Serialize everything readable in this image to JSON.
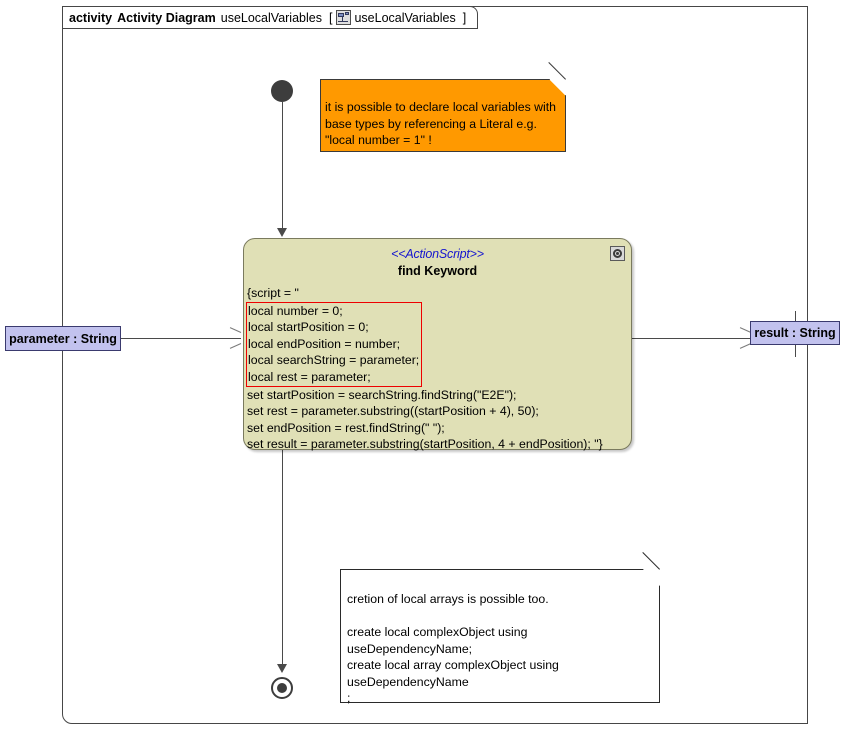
{
  "frame": {
    "keyword": "activity",
    "type": "Activity Diagram",
    "name": "useLocalVariables",
    "bracket_open": "[",
    "bracket_close": "]",
    "icon": "activity-diagram-icon",
    "qualified_name": "useLocalVariables"
  },
  "nodes": {
    "start": {
      "label": "initial-node"
    },
    "end": {
      "label": "activity-final-node"
    }
  },
  "action": {
    "stereotype": "<<ActionScript>>",
    "title": "find Keyword",
    "script_open": "{script = \"",
    "highlighted_lines": [
      "local number = 0;",
      "local startPosition = 0;",
      "local endPosition = number;",
      "local searchString = parameter;",
      "local rest = parameter;"
    ],
    "body_lines": [
      "set startPosition = searchString.findString(\"E2E\");",
      "set rest = parameter.substring((startPosition + 4), 50);",
      "set endPosition = rest.findString(\" \");",
      "set result = parameter.substring(startPosition, 4 + endPosition); \"}"
    ],
    "settings_icon": "gear-icon",
    "fill_color": "#e0e0b6",
    "stereotype_color": "#1515cf",
    "highlight_color": "#ee0000"
  },
  "pins": {
    "input": {
      "label": "parameter : String",
      "fill_color": "#c2c2ee"
    },
    "output": {
      "label": "result : String",
      "fill_color": "#c2c2ee"
    }
  },
  "notes": {
    "orange": {
      "fill_color": "#ff9900",
      "lines": [
        "it is possible to declare local variables with",
        "base types by referencing a Literal e.g.",
        "\"local number = 1\" !"
      ]
    },
    "white": {
      "fill_color": "#ffffff",
      "lines": [
        "cretion of local arrays is possible too.",
        "",
        "create local complexObject using",
        "useDependencyName;",
        "create local array complexObject using",
        "useDependencyName",
        ";"
      ]
    }
  }
}
